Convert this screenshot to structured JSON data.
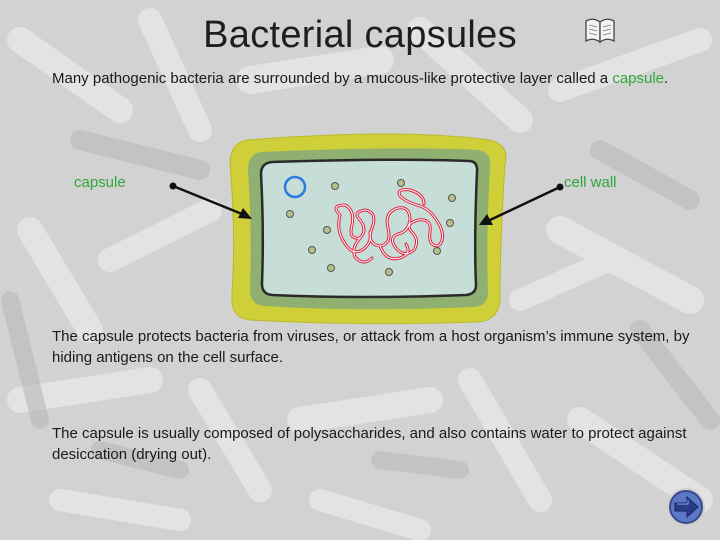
{
  "slide": {
    "title": "Bacterial capsules",
    "intro_text": "Many pathogenic bacteria are surrounded by a mucous-like protective layer called a ",
    "intro_term": "capsule",
    "intro_end": ".",
    "paragraph_2": "The capsule protects bacteria from viruses, or attack from a host organism’s immune system, by hiding antigens on the cell surface.",
    "paragraph_3": "The capsule is usually composed of polysaccharides, and also contains water to protect against desiccation (drying out)."
  },
  "diagram": {
    "label_left": "capsule",
    "label_right": "cell wall"
  },
  "colors": {
    "capsule": "#cfcf3a",
    "cell_wall": "#8fb070",
    "cytoplasm": "#c7ddd8",
    "dna": "#e02040",
    "plasmid": "#2a7ae0",
    "label": "#2ea83a"
  },
  "icons": {
    "title_icon": "book-icon",
    "nav": "next-arrow-icon"
  }
}
